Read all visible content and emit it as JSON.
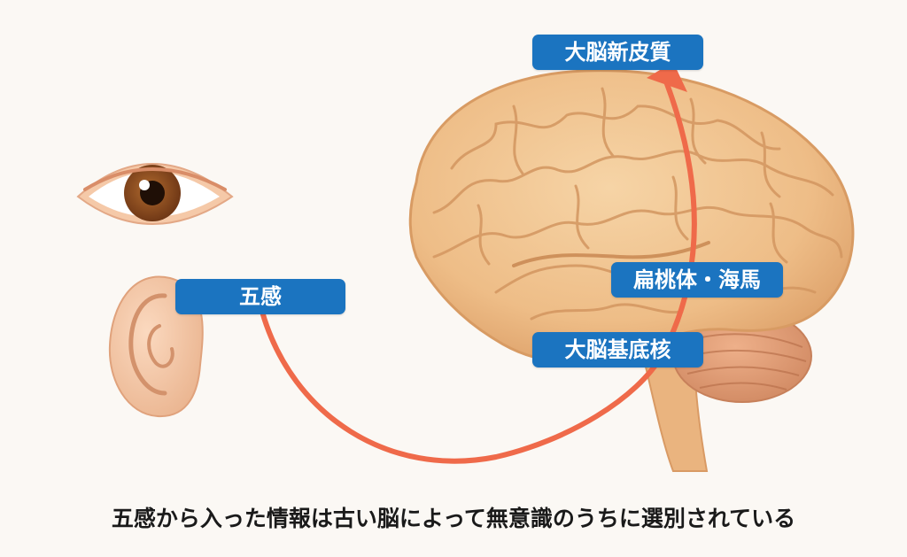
{
  "labels": {
    "cerebral_cortex": "大脳新皮質",
    "five_senses": "五感",
    "amygdala_hippocampus": "扁桃体・海馬",
    "basal_ganglia": "大脳基底核"
  },
  "caption": "五感から入った情報は古い脳によって無意識のうちに選別されている",
  "colors": {
    "label_bg": "#1b74c0",
    "arrow": "#ef6a4a",
    "brain": "#efbf88",
    "background": "#fbf8f4"
  }
}
